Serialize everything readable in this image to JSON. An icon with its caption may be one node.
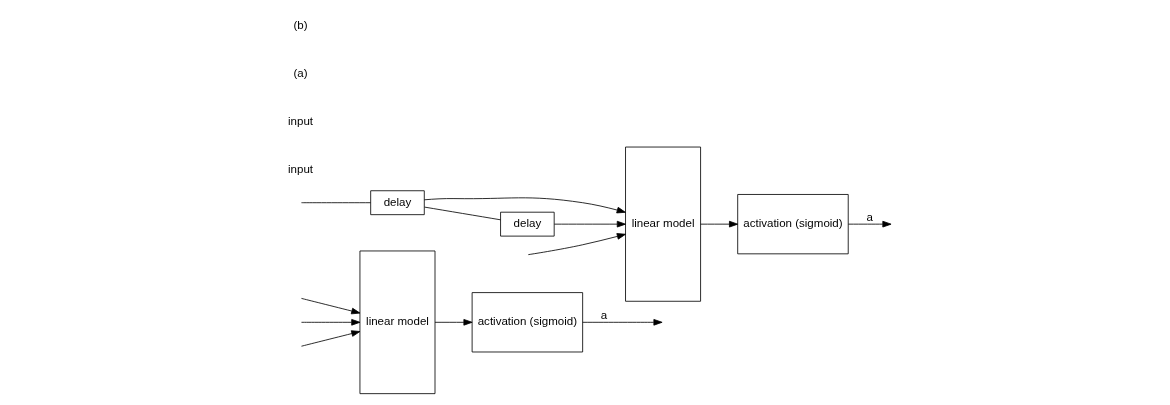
{
  "diagram": {
    "nodes": [
      {
        "text": [
          "linear model"
        ]
      },
      {
        "text": [
          "activation (sigmoid)"
        ]
      },
      {
        "text": [
          "linear model"
        ]
      },
      {
        "text": [
          "activation (sigmoid)"
        ]
      },
      {
        "text": [
          "delay"
        ]
      },
      {
        "text": [
          "delay"
        ]
      }
    ],
    "edges": [
      {
        "from": null,
        "to": 0,
        "arrow": "to"
      },
      {
        "from": null,
        "to": 0,
        "arrow": "to"
      },
      {
        "from": null,
        "to": 0,
        "arrow": "to"
      },
      {
        "from": 0,
        "to": 1,
        "arrow": "to"
      },
      {
        "from": 1,
        "to": null,
        "arrow": "to",
        "label": "a"
      },
      {
        "from": null,
        "to": 2,
        "arrow": "to"
      },
      {
        "from": null,
        "to": 4,
        "arrow": "none"
      },
      {
        "from": 4,
        "to": 2,
        "arrow": "to"
      },
      {
        "from": 4,
        "to": 5,
        "arrow": "none"
      },
      {
        "from": 5,
        "to": 2,
        "arrow": "to"
      },
      {
        "from": 2,
        "to": 3,
        "arrow": "to"
      },
      {
        "from": 3,
        "to": null,
        "arrow": "to",
        "label": "a"
      }
    ],
    "labels": [
      "input",
      "input",
      "(a)",
      "(b)"
    ]
  }
}
